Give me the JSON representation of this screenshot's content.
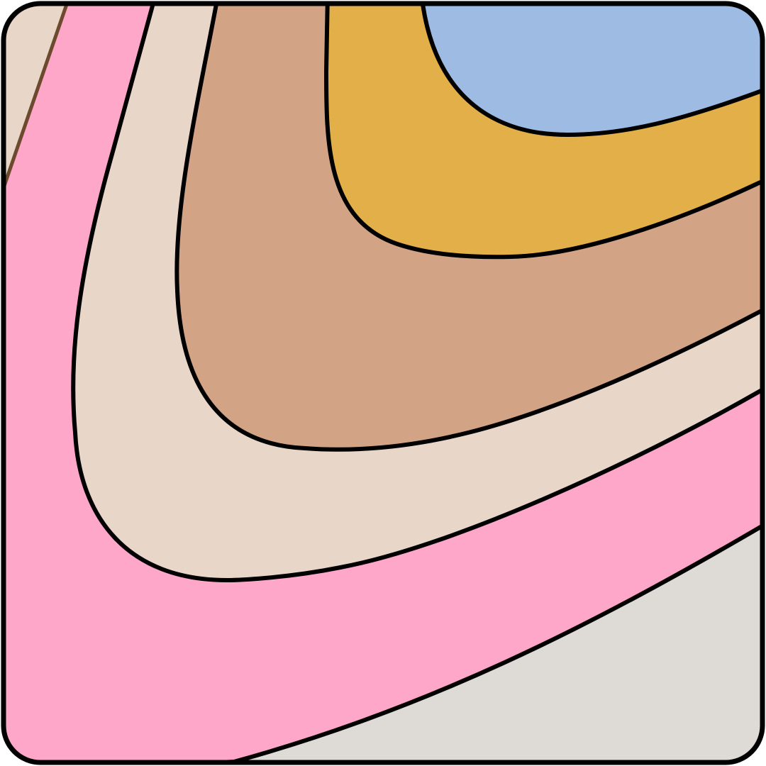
{
  "artwork": {
    "bands": [
      {
        "name": "cream-corner-band",
        "color": "#E8D6C8"
      },
      {
        "name": "pink-band",
        "color": "#FFA7C9"
      },
      {
        "name": "cream-band",
        "color": "#E8D6C8"
      },
      {
        "name": "tan-band",
        "color": "#D2A385"
      },
      {
        "name": "gold-band",
        "color": "#E3AF48"
      },
      {
        "name": "blue-band",
        "color": "#9DBBE3"
      },
      {
        "name": "gray-band",
        "color": "#DEDAD6"
      }
    ],
    "outline_color": "#000000",
    "accent_line_color": "#6B4A2E"
  }
}
